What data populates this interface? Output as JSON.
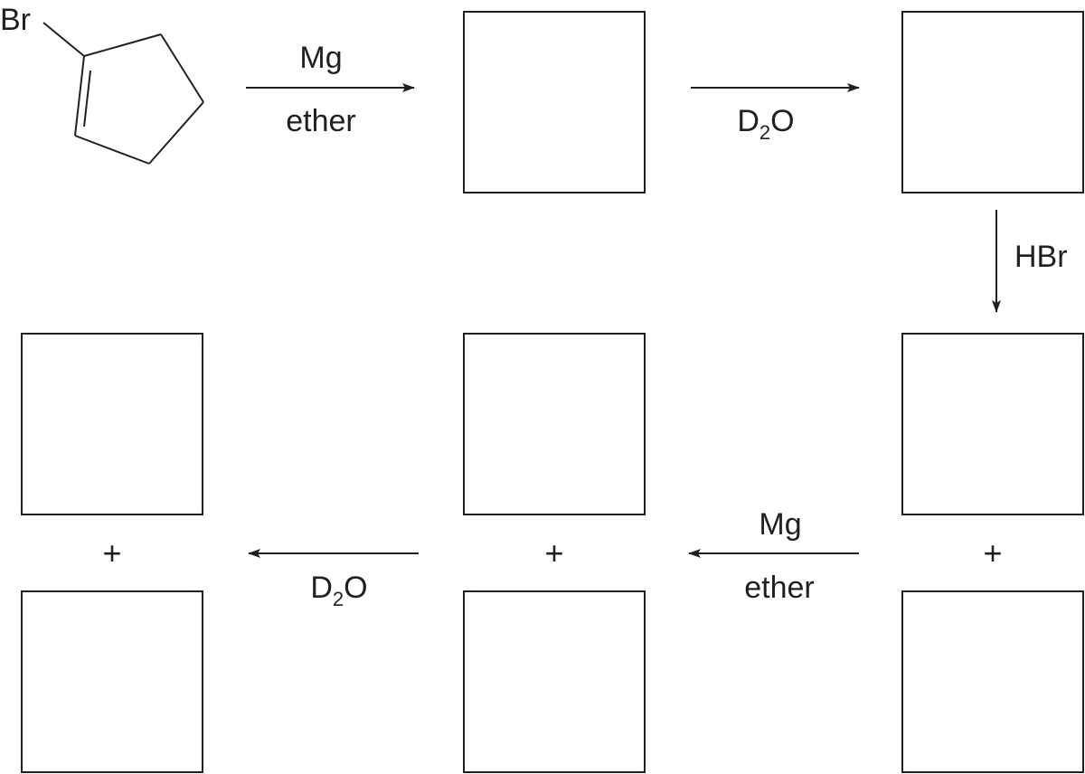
{
  "starting_material": {
    "substituent": "Br"
  },
  "steps": {
    "step1": {
      "reagent": "Mg",
      "solvent": "ether"
    },
    "step2": {
      "reagent_main": "D",
      "reagent_sub": "2",
      "reagent_end": "O"
    },
    "step3": {
      "reagent": "HBr"
    },
    "step4": {
      "reagent": "Mg",
      "solvent": "ether"
    },
    "step5": {
      "reagent_main": "D",
      "reagent_sub": "2",
      "reagent_end": "O"
    }
  },
  "symbols": {
    "plus": "+"
  }
}
